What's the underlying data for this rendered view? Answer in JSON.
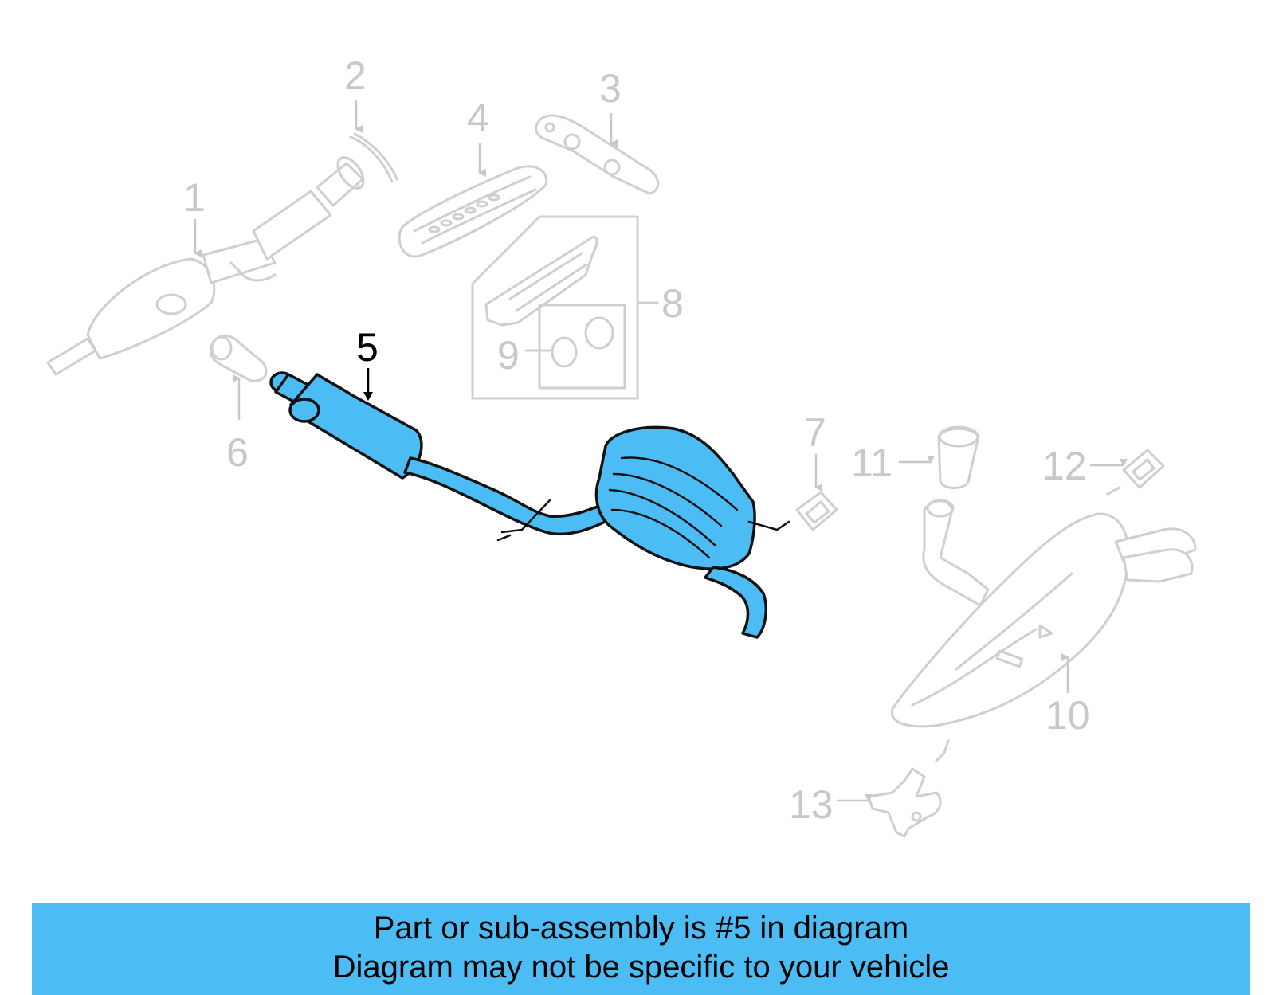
{
  "diagram": {
    "callouts": {
      "c1": "1",
      "c2": "2",
      "c3": "3",
      "c4": "4",
      "c5": "5",
      "c6": "6",
      "c7": "7",
      "c8": "8",
      "c9": "9",
      "c10": "10",
      "c11": "11",
      "c12": "12",
      "c13": "13"
    },
    "highlighted_part": "5",
    "colors": {
      "highlight": "#4bbcf4",
      "ghost": "#cfcfcf",
      "callout_text": "#c8c8c8"
    }
  },
  "banner": {
    "line1": "Part or sub-assembly is #5 in diagram",
    "line2": "Diagram may not be specific to your vehicle"
  }
}
